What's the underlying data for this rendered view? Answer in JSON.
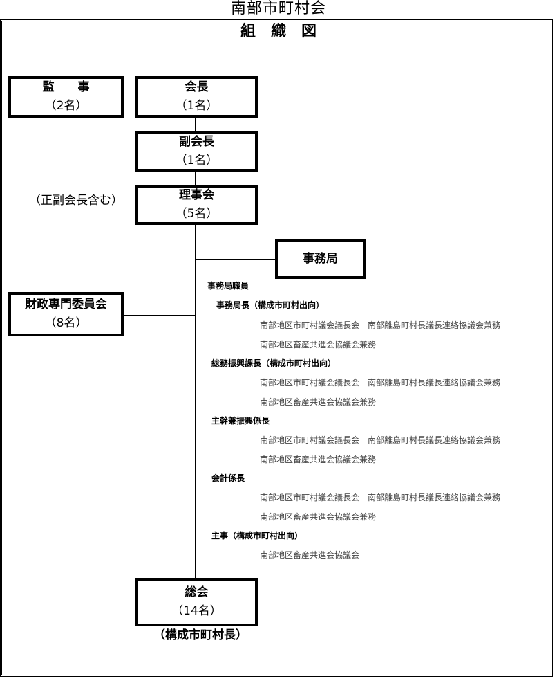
{
  "title": "南部市町村会",
  "subtitle": "組　織　図",
  "boxes": {
    "auditor": {
      "name": "監　　事",
      "count": "（2名）"
    },
    "chairman": {
      "name": "会長",
      "count": "（1名）"
    },
    "vice_chairman": {
      "name": "副会長",
      "count": "（1名）"
    },
    "board": {
      "name": "理事会",
      "count": "（5名）"
    },
    "secretariat": {
      "name": "事務局"
    },
    "finance_committee": {
      "name": "財政専門委員会",
      "count": "（8名）"
    },
    "general_assembly": {
      "name": "総会",
      "count": "（14名）"
    }
  },
  "notes": {
    "board_note": "（正副会長含む）",
    "assembly_note": "（構成市町村長）"
  },
  "staff": {
    "heading": "事務局職員",
    "members": [
      {
        "role": "事務局長（構成市町村出向）",
        "duties": [
          "南部地区市町村議会議長会　南部離島町村長議長連絡協議会兼務",
          "南部地区畜産共進会協議会兼務"
        ]
      },
      {
        "role": "総務振興課長（構成市町村出向）",
        "duties": [
          "南部地区市町村議会議長会　南部離島町村長議長連絡協議会兼務",
          "南部地区畜産共進会協議会兼務"
        ]
      },
      {
        "role": "主幹兼振興係長",
        "duties": [
          "南部地区市町村議会議長会　南部離島町村長議長連絡協議会兼務",
          "南部地区畜産共進会協議会兼務"
        ]
      },
      {
        "role": "会計係長",
        "duties": [
          "南部地区市町村議会議長会　南部離島町村長議長連絡協議会兼務",
          "南部地区畜産共進会協議会兼務"
        ]
      },
      {
        "role": "主事（構成市町村出向）",
        "duties": [
          "南部地区畜産共進会協議会"
        ]
      }
    ]
  }
}
